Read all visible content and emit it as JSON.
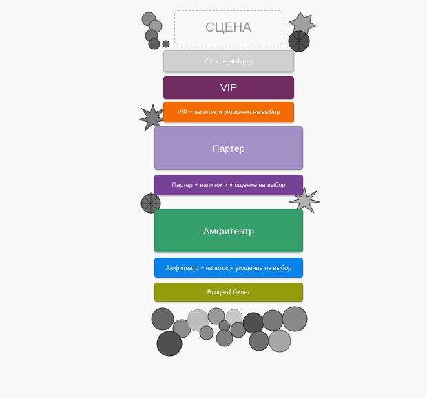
{
  "stage": {
    "label": "СЦЕНА"
  },
  "zones": [
    {
      "id": "vip-first-row",
      "label": "VIP - первый ряд",
      "color": "#d0d0d0"
    },
    {
      "id": "vip",
      "label": "VIP",
      "color": "#722c61"
    },
    {
      "id": "vip-plus",
      "label": "VIP + напиток и угощение на выбор",
      "color": "#f46a05"
    },
    {
      "id": "parter",
      "label": "Партер",
      "color": "#a390c6"
    },
    {
      "id": "parter-plus",
      "label": "Партер + напиток и угощение на выбор",
      "color": "#784198"
    },
    {
      "id": "amphitheatre",
      "label": "Амфитеатр",
      "color": "#35a06c"
    },
    {
      "id": "amphitheatre-plus",
      "label": "Амфитеатр + напиток и угощение на выбор",
      "color": "#0883eb"
    },
    {
      "id": "entrance",
      "label": "Входной билет",
      "color": "#949c0c"
    }
  ]
}
